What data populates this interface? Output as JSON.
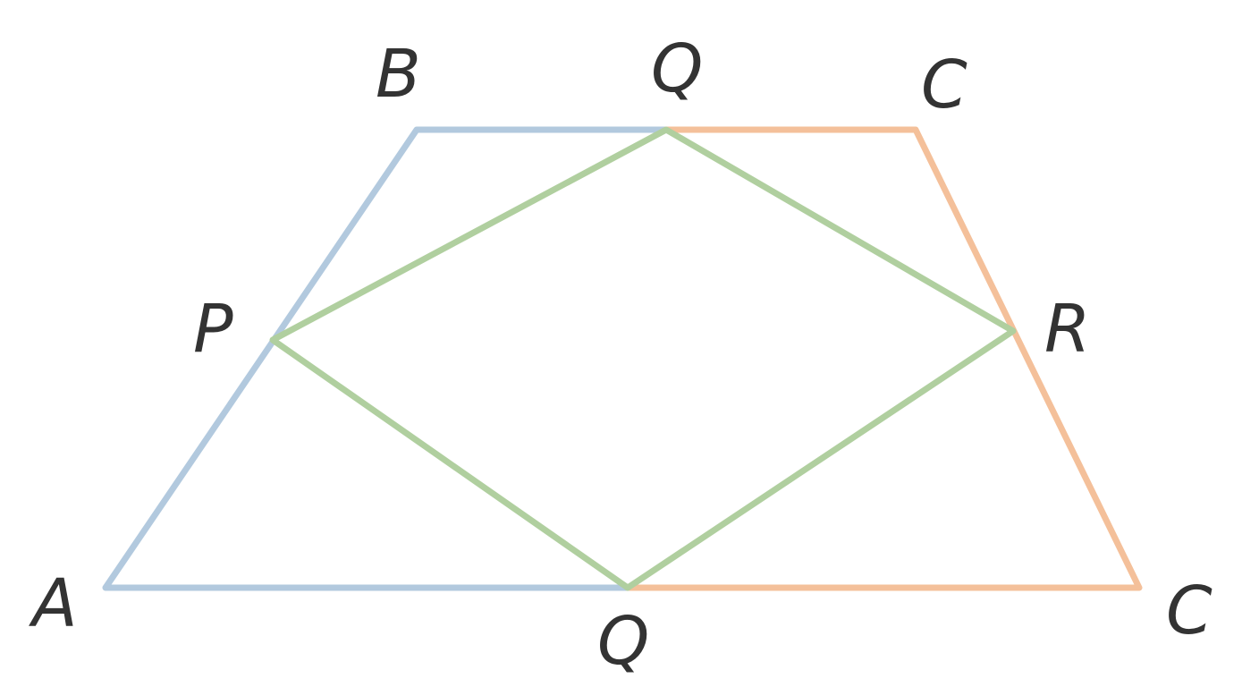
{
  "colors": {
    "blue": "#b2c9de",
    "orange": "#f4c09a",
    "green": "#b0cf9f",
    "label": "#333333"
  },
  "labels": {
    "A": "A",
    "B": "B",
    "C_top": "C",
    "C_bottom": "C",
    "Q_top": "Q",
    "Q_bottom": "Q",
    "P": "P",
    "R": "R"
  }
}
